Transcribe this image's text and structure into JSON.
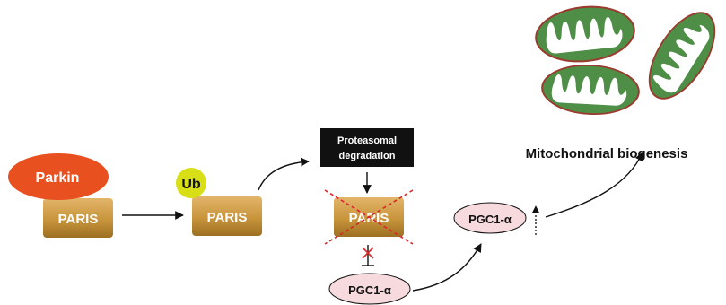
{
  "labels": {
    "parkin": "Parkin",
    "paris": "PARIS",
    "ub": "Ub",
    "proteasomal_line1": "Proteasomal",
    "proteasomal_line2": "degradation",
    "pgc1a": "PGC1-α",
    "mito_biogenesis": "Mitochondrial biogenesis"
  },
  "colors": {
    "parkin": "#e8501f",
    "paris_gradient_light": "#e3b56a",
    "paris_gradient_mid": "#c8953c",
    "paris_gradient_dark": "#9c6f22",
    "ub": "#d8df16",
    "proteasome_box": "#111111",
    "pgc1a": "#f7dadd",
    "cross": "#d9282c",
    "mito_outer": "#4f8e46",
    "mito_border": "#9b3a2e",
    "arrow": "#111111"
  },
  "icons": [
    "mitochondrion-icon",
    "inhibition-cross-icon"
  ]
}
